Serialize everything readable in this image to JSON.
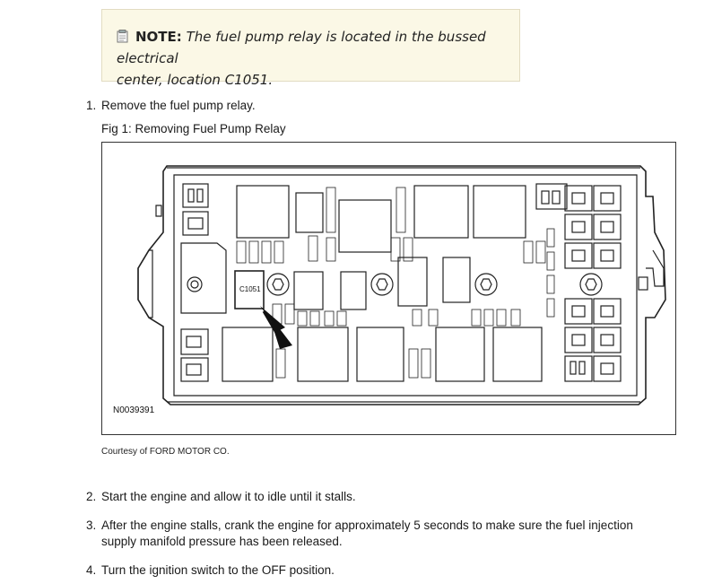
{
  "note": {
    "icon": "note-icon",
    "label": "NOTE:",
    "line1": "The fuel pump relay is located in the bussed electrical",
    "line2": "center, location C1051."
  },
  "steps": [
    {
      "num": "1.",
      "text": "Remove the fuel pump relay."
    },
    {
      "num": "2.",
      "text": "Start the engine and allow it to idle until it stalls."
    },
    {
      "num": "3.",
      "text": "After the engine stalls, crank the engine for approximately 5 seconds to make sure the fuel injection",
      "text2": "supply manifold pressure has been released."
    },
    {
      "num": "4.",
      "text": "Turn the ignition switch to the OFF position."
    }
  ],
  "figure": {
    "caption": "Fig 1: Removing Fuel Pump Relay",
    "relay_label": "C1051",
    "figure_id": "N0039391",
    "courtesy": "Courtesy of FORD MOTOR CO."
  }
}
